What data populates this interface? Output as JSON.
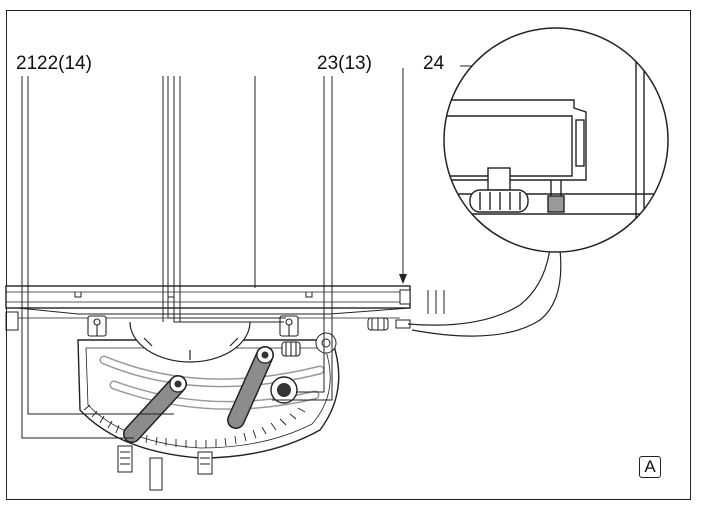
{
  "callouts": {
    "c21": "21",
    "c22": "22(14)",
    "c23": "23(13)",
    "c24": "24"
  },
  "panel_letter": "A",
  "colors": {
    "line": "#222222",
    "slot_gray": "#9a9a9a",
    "fill_gray": "#8c8c8c",
    "dark": "#333333"
  }
}
